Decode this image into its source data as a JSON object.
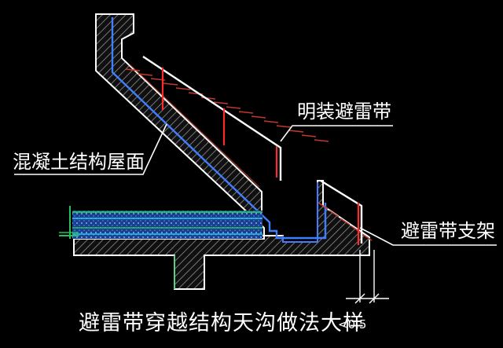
{
  "labels": {
    "roof": "混凝土结构屋面",
    "strip": "明装避雷带",
    "bracket": "避雷带支架",
    "title": "避雷带穿越结构天沟做法大样",
    "dimension": "<0.5"
  },
  "colors": {
    "background": "#000000",
    "concrete_outline": "#ffffff",
    "hatch": "#8f8f8f",
    "waterproof_layer": "#3f7fff",
    "lightning_strip": "#ffffff",
    "bracket": "#ff2a2a",
    "tiles": "#c0392b",
    "floor_green": "#22c05a",
    "floor_cyan": "#29c7e6"
  }
}
